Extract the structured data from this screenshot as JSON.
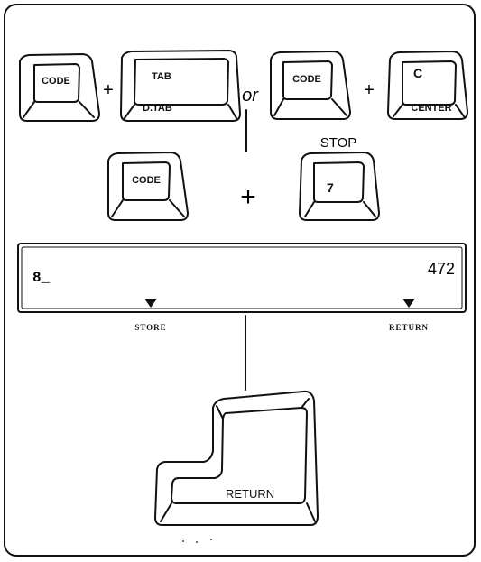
{
  "keys": {
    "code": "CODE",
    "tab": "TAB",
    "dtab": "D.TAB",
    "c": "C",
    "center": "CENTER",
    "seven": "7",
    "return": "RETURN"
  },
  "operators": {
    "plus": "+",
    "or": "or"
  },
  "stop_label": "STOP",
  "display": {
    "text_left": "8_",
    "text_right": "472",
    "markers": [
      {
        "label": "STORE"
      },
      {
        "label": "RETURN"
      }
    ]
  },
  "colors": {
    "ink": "#111111",
    "paper": "#ffffff"
  }
}
